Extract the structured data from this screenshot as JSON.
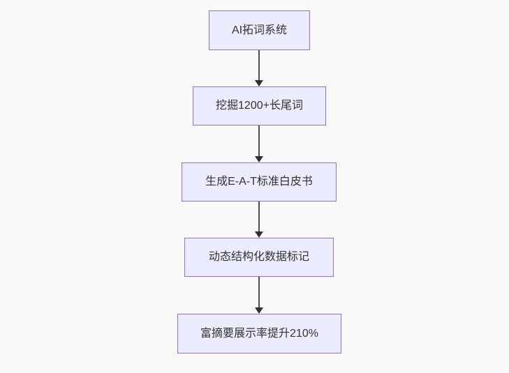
{
  "flowchart": {
    "type": "vertical-flow",
    "nodes": [
      {
        "id": "n1",
        "label": "AI拓词系统"
      },
      {
        "id": "n2",
        "label": "挖掘1200+长尾词"
      },
      {
        "id": "n3",
        "label": "生成E-A-T标准白皮书"
      },
      {
        "id": "n4",
        "label": "动态结构化数据标记"
      },
      {
        "id": "n5",
        "label": "富摘要展示率提升210%"
      }
    ],
    "edges": [
      {
        "from": "AI拓词系统",
        "to": "挖掘1200+长尾词"
      },
      {
        "from": "挖掘1200+长尾词",
        "to": "生成E-A-T标准白皮书"
      },
      {
        "from": "生成E-A-T标准白皮书",
        "to": "动态结构化数据标记"
      },
      {
        "from": "动态结构化数据标记",
        "to": "富摘要展示率提升210%"
      }
    ],
    "colors": {
      "node_fill": "#ECECFF",
      "node_border": "#9370DB",
      "node_text": "#333333",
      "edge_line": "#4d4d4d",
      "arrowhead": "#2f2f2f",
      "background": "#f9f9f9"
    }
  }
}
